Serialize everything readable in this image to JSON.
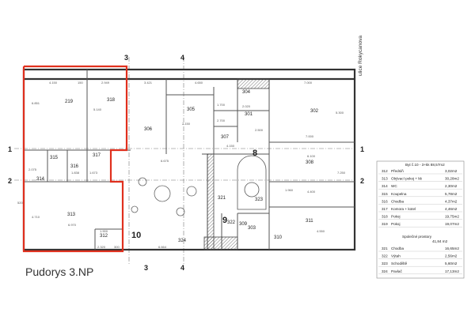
{
  "title": "Pudorys 3.NP",
  "street": "ulice Rokycanova",
  "section_labels": [
    "1",
    "1",
    "2",
    "2",
    "3",
    "3",
    "4",
    "4"
  ],
  "big_numbers": [
    "8",
    "9",
    "10"
  ],
  "rooms": [
    "219",
    "318",
    "306",
    "305",
    "304",
    "301",
    "302",
    "307",
    "315",
    "316",
    "317",
    "314",
    "313",
    "312",
    "321",
    "322",
    "323",
    "324",
    "308",
    "309",
    "310",
    "311",
    "303"
  ],
  "dimensions": [
    "4.150",
    "150",
    "2.949",
    "3.421",
    "4.650",
    "7.000",
    "5.140",
    "6.851",
    "2.150",
    "1.700",
    "2.700",
    "5.300",
    "2.020",
    "4.150",
    "2.500",
    "7.000",
    "1.838",
    "1.673",
    "2.075",
    "6.675",
    "6.100",
    "1.960",
    "4.400",
    "4.710",
    "6.970",
    "1.900",
    "2.320",
    "300",
    "6.664",
    "4.550",
    "520",
    "7.250"
  ],
  "table": {
    "header": "Byt č.10 - 3+kk 88,57m2",
    "rows": [
      {
        "no": "312",
        "name": "Předsíň",
        "area": "3,02m2"
      },
      {
        "no": "313",
        "name": "Obývací pokoj + kk",
        "area": "30,28m2"
      },
      {
        "no": "314",
        "name": "WC",
        "area": "2,30m2"
      },
      {
        "no": "315",
        "name": "Koupelna",
        "area": "5,78m2"
      },
      {
        "no": "316",
        "name": "Chodba",
        "area": "4,37m2"
      },
      {
        "no": "317",
        "name": "Komora + kotel",
        "area": "4,46m2"
      },
      {
        "no": "318",
        "name": "Pokoj",
        "area": "19,75m2"
      },
      {
        "no": "319",
        "name": "Pokoj",
        "area": "19,07m2"
      }
    ],
    "common_header": "Společné prostory",
    "common_total": "41,84 m2",
    "common_rows": [
      {
        "no": "321",
        "name": "Chodba",
        "area": "16,65m2"
      },
      {
        "no": "322",
        "name": "Výtah",
        "area": "2,56m2"
      },
      {
        "no": "323",
        "name": "Schodiště",
        "area": "5,60m2"
      },
      {
        "no": "324",
        "name": "Pavlač",
        "area": "17,13m2"
      }
    ]
  },
  "colors": {
    "highlight": "#e0301e",
    "wall": "#333333"
  }
}
